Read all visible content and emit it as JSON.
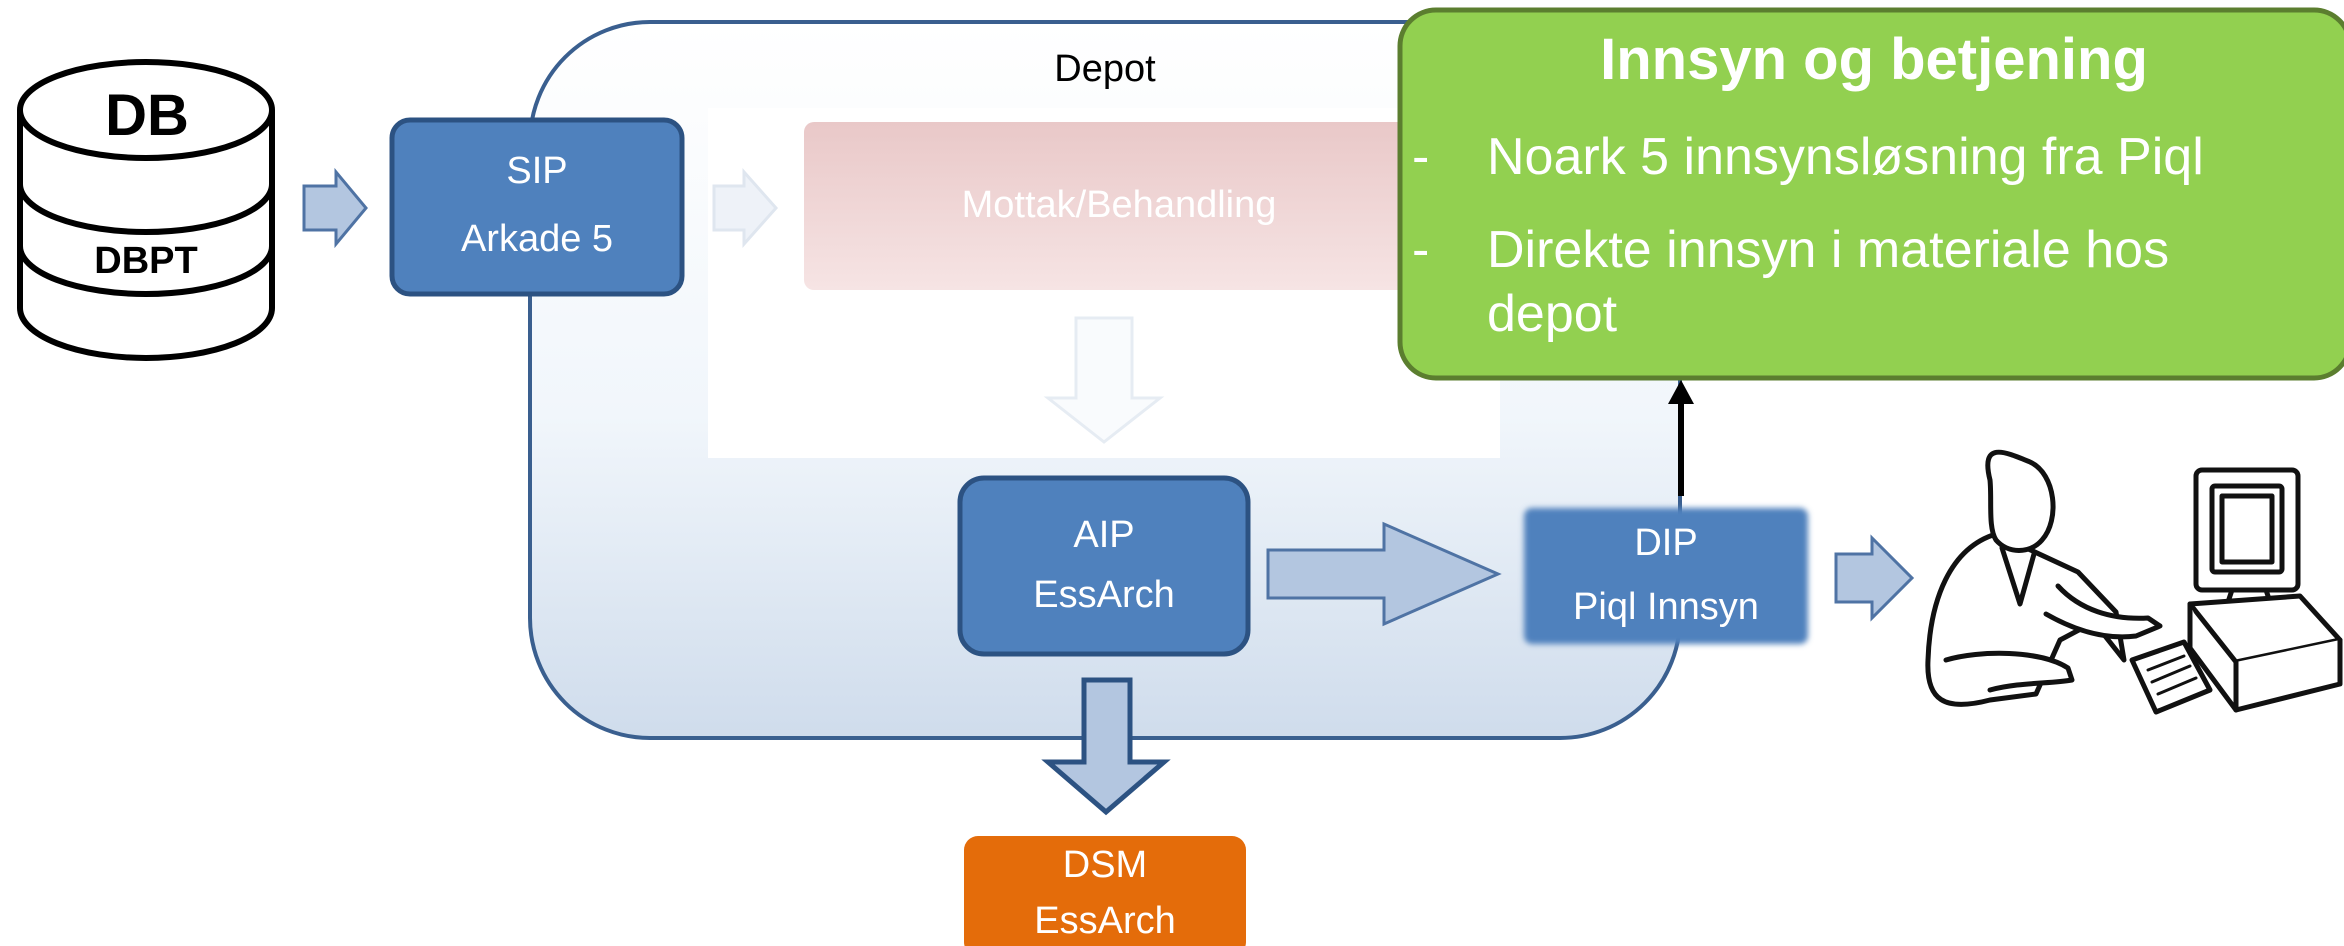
{
  "database": {
    "label_top": "DB",
    "label_bottom": "DBPT"
  },
  "depot": {
    "title": "Depot"
  },
  "sip": {
    "line1": "SIP",
    "line2": "Arkade 5"
  },
  "mottak": {
    "label": "Mottak/Behandling"
  },
  "aip": {
    "line1": "AIP",
    "line2": "EssArch"
  },
  "dip": {
    "line1": "DIP",
    "line2": "Piql Innsyn"
  },
  "dsm": {
    "line1": "DSM",
    "line2": "EssArch"
  },
  "innsyn": {
    "title": "Innsyn og betjening",
    "items": [
      {
        "dash": "-",
        "text": "Noark 5 innsynsløsning fra Piql"
      },
      {
        "dash": "-",
        "text": "Direkte innsyn i materiale hos depot"
      }
    ]
  },
  "colors": {
    "blue_box": "#4f81bd",
    "blue_border": "#2c5282",
    "arrow_fill": "#b3c6e0",
    "arrow_stroke": "#4f73a4",
    "green": "#92d050",
    "green_border": "#5b7e2f",
    "orange": "#e46c0a"
  }
}
